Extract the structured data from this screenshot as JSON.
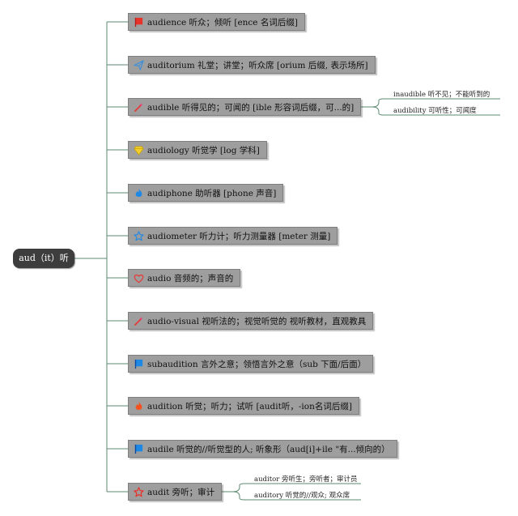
{
  "root": {
    "label": "aud（it）听"
  },
  "branches": [
    {
      "icon": "red-flag-icon",
      "text": "audience 听众；倾听 [ence 名词后缀]"
    },
    {
      "icon": "paper-plane-icon",
      "text": "auditorium 礼堂；讲堂；听众席 [orium 后缀, 表示场所]"
    },
    {
      "icon": "magic-wand-icon",
      "text": "audible 听得见的；可闻的 [ible 形容词后缀，可...的]",
      "children": [
        "inaudible 听不见；不能听到的",
        "audibility 可听性；可闻度"
      ]
    },
    {
      "icon": "diamond-icon",
      "text": "audiology 听觉学 [log 学科]"
    },
    {
      "icon": "blue-flame-icon",
      "text": "audiphone 助听器 [phone 声音]"
    },
    {
      "icon": "blue-star-icon",
      "text": "audiometer 听力计；听力测量器 [meter 测量]"
    },
    {
      "icon": "heart-icon",
      "text": "audio 音频的；声音的"
    },
    {
      "icon": "magic-wand-icon",
      "text": "audio-visual 视听法的；视觉听觉的 视听教材，直观教具"
    },
    {
      "icon": "blue-flag-icon",
      "text": "subaudition 言外之意；领悟言外之意（sub 下面/后面）"
    },
    {
      "icon": "red-flame-icon",
      "text": "audition 听觉；听力；试听 [audit听，-ion名词后缀]"
    },
    {
      "icon": "blue-flag-icon",
      "text": "audile 听觉的//听觉型的人; 听象形（aud[i]+ile \"有...倾向的）"
    },
    {
      "icon": "red-star-icon",
      "text": "audit 旁听；审计",
      "children": [
        "auditor 旁听生；旁听者；审计员",
        "auditory 听觉的//观众; 观众席"
      ]
    }
  ],
  "colors": {
    "root_bg": "#3d3d3d",
    "node_bg": "#9e9e9e",
    "connector": "#5e8a70",
    "flag_red": "#e8332a",
    "flag_blue": "#1e88e5",
    "diamond": "#f2cf2e",
    "heart": "#e53935",
    "plane": "#3f8fd8"
  }
}
